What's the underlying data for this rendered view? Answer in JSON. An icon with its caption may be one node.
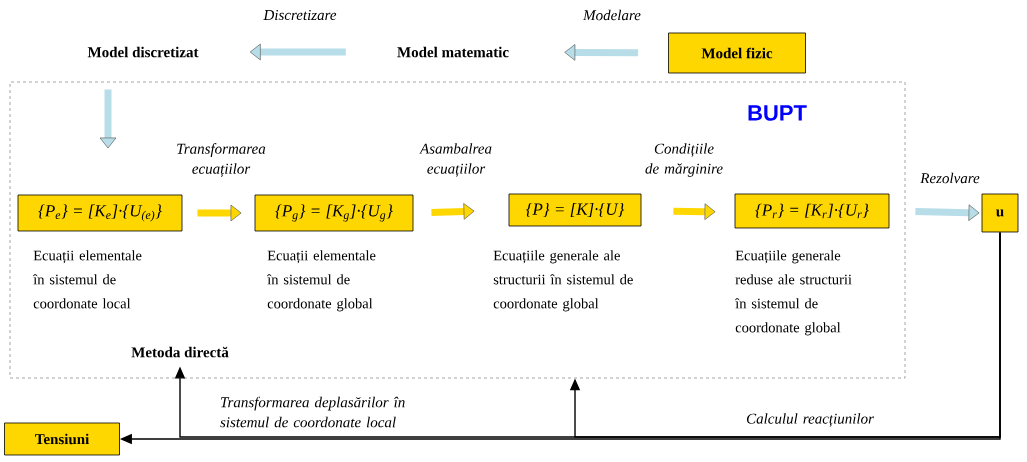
{
  "diagram": {
    "nodes": [
      {
        "text": [
          "Model fizic"
        ]
      },
      {
        "text": [
          "Model matematic"
        ]
      },
      {
        "text": [
          "Model discretizat"
        ]
      },
      {
        "text": [],
        "shape": "box"
      },
      {
        "text": [
          "{P$_{e}$} = [K$_{e}$]·{U$_{(e)}$}"
        ],
        "beside": [
          "Ecuații elementale în sistemul de coordonate local"
        ],
        "in": 3
      },
      {
        "text": [
          "{P$_{g}$} = [K$_{g}$]·{U$_{g}$}"
        ],
        "beside": [
          "Ecuații elementale în sistemul de coordonate global"
        ],
        "in": 3
      },
      {
        "text": [
          "{P} = [K]·{U}"
        ],
        "beside": [
          "Ecuațiile generale ale structurii în sistemul de coordonate global"
        ],
        "in": 3
      },
      {
        "text": [
          "{P$_{r}$} = [K$_{r}$]·{U$_{r}$}"
        ],
        "beside": [
          "Ecuațiile generale reduse ale structurii în sistemul de coordonate global"
        ],
        "in": 3
      },
      {
        "text": [
          "u"
        ]
      },
      {
        "text": [
          "Tensiuni"
        ]
      },
      {
        "text": [
          "Metoda directă"
        ],
        "in": 3
      }
    ],
    "edges": [
      {
        "from": 0,
        "to": 1,
        "arrow": "to",
        "label": "Modelare",
        "color": "#b7dde8"
      },
      {
        "from": 1,
        "to": 2,
        "arrow": "to",
        "label": "Discretizare",
        "color": "#b7dde8"
      },
      {
        "from": 2,
        "to": 4,
        "arrow": "to",
        "color": "#b7dde8"
      },
      {
        "from": 4,
        "to": 5,
        "arrow": "to",
        "label": "Transformarea ecuațiilor",
        "color": "#ffd700"
      },
      {
        "from": 5,
        "to": 6,
        "arrow": "to",
        "label": "Asambalrea ecuațiilor",
        "color": "#ffd700"
      },
      {
        "from": 6,
        "to": 7,
        "arrow": "to",
        "label": "Condițiile de mărginire",
        "color": "#ffd700"
      },
      {
        "from": 7,
        "to": 8,
        "arrow": "to",
        "label": "Rezolvare",
        "color": "#b7dde8"
      },
      {
        "from": 8,
        "to": 9,
        "arrow": "to",
        "label": "Calculul reacțiunilor",
        "color": "#000000"
      },
      {
        "from": 8,
        "to": 10,
        "arrow": "to",
        "label": "Transformarea deplasărilor în sistemul de coordonate local",
        "color": "#000000"
      },
      {
        "from": 8,
        "to": 3,
        "arrow": "to",
        "color": "#000000"
      }
    ],
    "labels": [
      "BUPT"
    ]
  }
}
